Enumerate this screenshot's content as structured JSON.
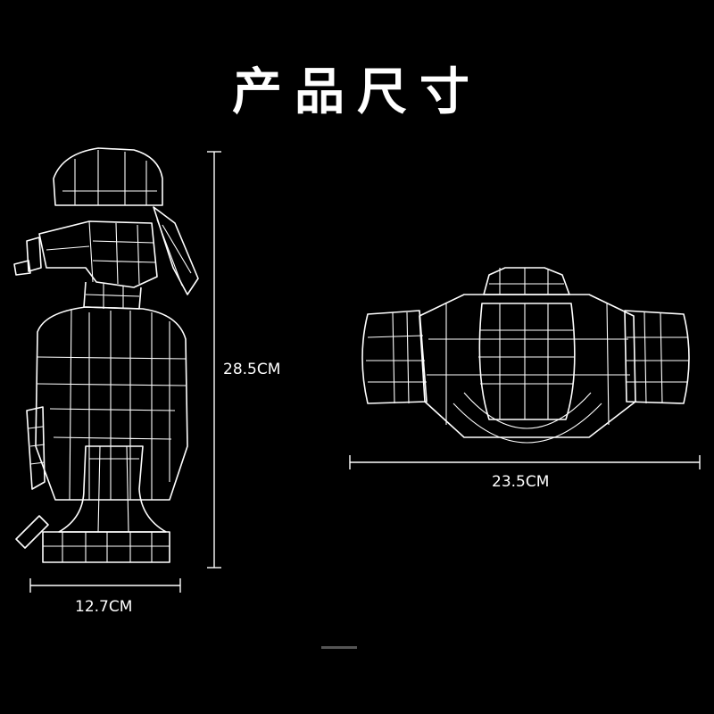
{
  "title": "产品尺寸",
  "dimensions": {
    "height": "28.5CM",
    "front_width": "12.7CM",
    "top_width": "23.5CM"
  }
}
